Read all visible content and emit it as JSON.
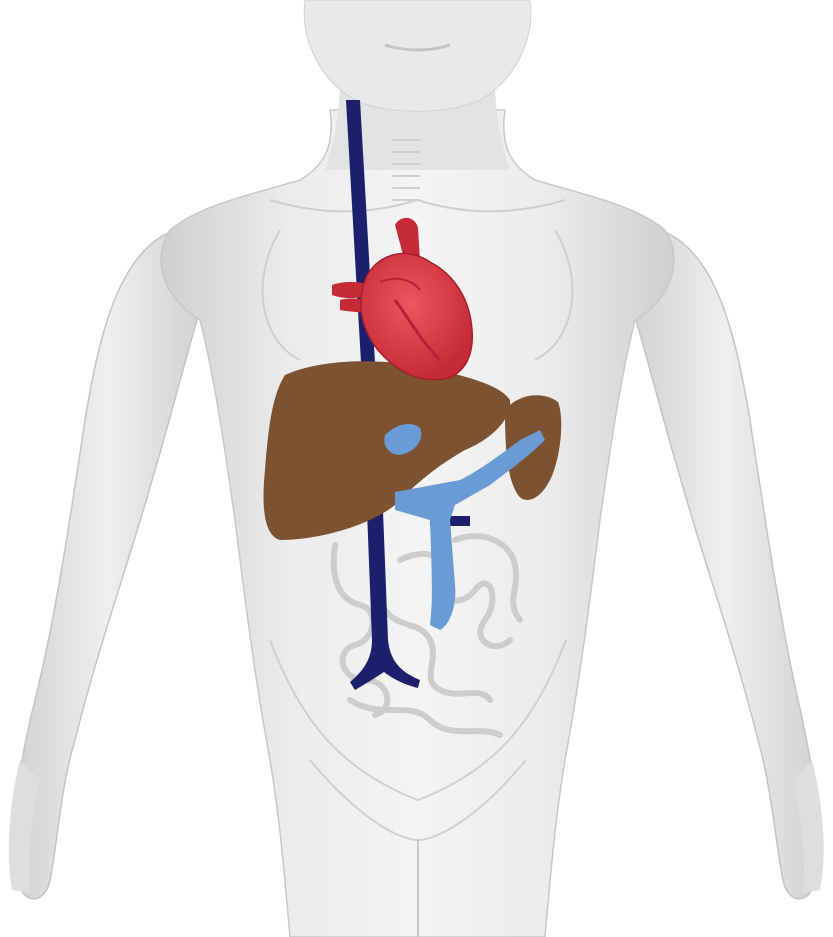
{
  "image": {
    "background_color": "#ffffff",
    "body_color": "#e6e6e6",
    "body_shadow_color": "#c9c9c9",
    "structures": [
      {
        "name": "heart",
        "color": "#d8323f"
      },
      {
        "name": "liver",
        "color": "#7d5230"
      },
      {
        "name": "spleen",
        "color": "#7d5230"
      },
      {
        "name": "inferior-vena-cava",
        "color": "#1c1f6b"
      },
      {
        "name": "portal-vein",
        "color": "#6a9bd4"
      },
      {
        "name": "intestines",
        "color": "#dcdcdc"
      }
    ]
  }
}
